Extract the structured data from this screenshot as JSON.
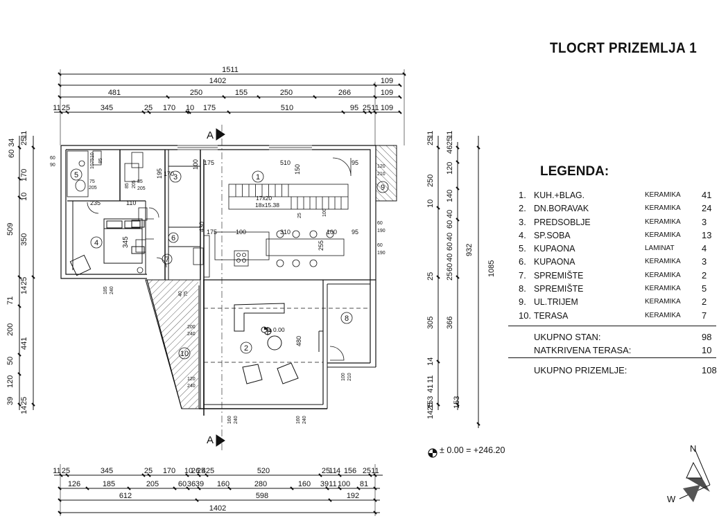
{
  "title": "TLOCRT PRIZEMLJA 1",
  "legend": {
    "heading": "LEGENDA:",
    "items": [
      {
        "num": "1.",
        "name": "KUH.+BLAG.",
        "floor": "KERAMIKA",
        "area": "41"
      },
      {
        "num": "2.",
        "name": "DN.BORAVAK",
        "floor": "KERAMIKA",
        "area": "24"
      },
      {
        "num": "3.",
        "name": "PREDSOBLJE",
        "floor": "KERAMIKA",
        "area": "3"
      },
      {
        "num": "4.",
        "name": "SP.SOBA",
        "floor": "KERAMIKA",
        "area": "13"
      },
      {
        "num": "5.",
        "name": "KUPAONA",
        "floor": "LAMINAT",
        "area": "4"
      },
      {
        "num": "6.",
        "name": "KUPAONA",
        "floor": "KERAMIKA",
        "area": "3"
      },
      {
        "num": "7.",
        "name": "SPREMIŠTE",
        "floor": "KERAMIKA",
        "area": "2"
      },
      {
        "num": "8.",
        "name": "SPREMIŠTE",
        "floor": "KERAMIKA",
        "area": "5"
      },
      {
        "num": "9.",
        "name": "UL.TRIJEM",
        "floor": "KERAMIKA",
        "area": "2"
      },
      {
        "num": "10.",
        "name": "TERASA",
        "floor": "KERAMIKA",
        "area": "7"
      }
    ],
    "totals": [
      {
        "label": "UKUPNO STAN:",
        "value": "98"
      },
      {
        "label": "NATKRIVENA TERASA:",
        "value": "10"
      }
    ],
    "grand_total": {
      "label": "UKUPNO PRIZEMLJE:",
      "value": "108"
    }
  },
  "elevation": "± 0.00 = +246.20",
  "plan": {
    "rooms": [
      "1",
      "2",
      "3",
      "4",
      "5",
      "6",
      "7",
      "8",
      "9",
      "10"
    ],
    "section_marks": [
      "A",
      "A"
    ],
    "stair": [
      "17x20",
      "18x15.38"
    ],
    "level_label": "± 0.00",
    "top_dims": {
      "row1": [
        "1511"
      ],
      "row2": [
        "1402",
        "109"
      ],
      "row3": [
        "481",
        "250",
        "155",
        "250",
        "266",
        "109"
      ],
      "row4": [
        "11",
        "25",
        "345",
        "25",
        "170",
        "10",
        "175",
        "510",
        "95",
        "25",
        "11",
        "109"
      ]
    },
    "bottom_dims": {
      "row1": [
        "11",
        "25",
        "345",
        "25",
        "170",
        "10",
        "26",
        "25",
        "425",
        "520",
        "25",
        "11",
        "4",
        "156",
        "25",
        "11"
      ],
      "row2": [
        "126",
        "185",
        "205",
        "60",
        "36",
        "39",
        "160",
        "280",
        "160",
        "39",
        "11",
        "100",
        "81"
      ],
      "row3": [
        "612",
        "598",
        "192"
      ],
      "row4": [
        "1402"
      ]
    },
    "left_dims": [
      "60",
      "34",
      "25",
      "11",
      "170",
      "10",
      "509",
      "350",
      "14",
      "25",
      "71",
      "200",
      "441",
      "50",
      "120",
      "39",
      "14",
      "25"
    ],
    "right_dims": [
      "25",
      "11",
      "250",
      "10",
      "25",
      "305",
      "366",
      "14",
      "11",
      "41",
      "153",
      "14",
      "25",
      "46",
      "120",
      "140",
      "40",
      "60",
      "40",
      "60",
      "40",
      "60",
      "25",
      "153",
      "932",
      "1085",
      "25",
      "11"
    ],
    "inner_labels": [
      "60",
      "90",
      "75",
      "205",
      "235",
      "10",
      "75",
      "10",
      "85",
      "85",
      "205",
      "85",
      "205",
      "170",
      "195",
      "100",
      "175",
      "510",
      "150",
      "95",
      "120",
      "210",
      "110",
      "345",
      "430",
      "175",
      "100",
      "310",
      "100",
      "95",
      "60",
      "190",
      "255",
      "60",
      "190",
      "185",
      "240",
      "40",
      "75",
      "200",
      "240",
      "120",
      "240",
      "480",
      "100",
      "210",
      "160",
      "240",
      "160",
      "240",
      "100",
      "25"
    ]
  }
}
